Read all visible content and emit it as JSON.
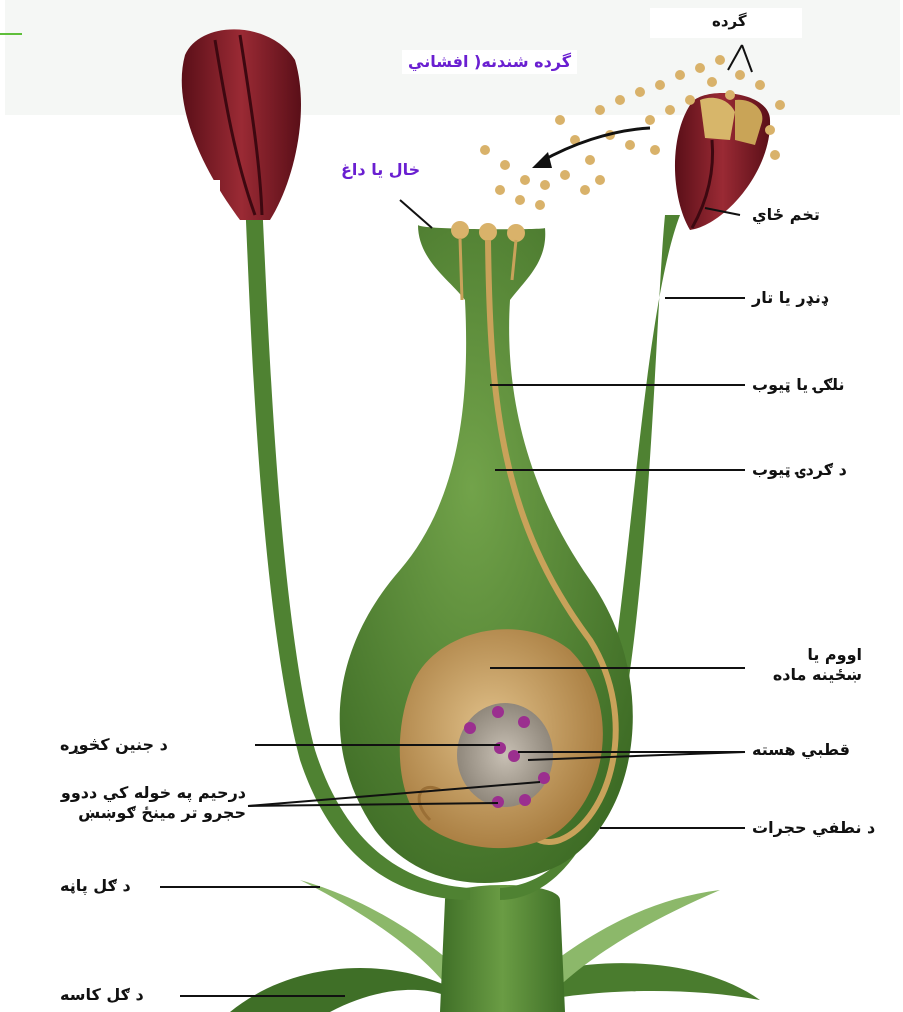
{
  "labels": {
    "pollen": "گرده",
    "pollination": "گرده شندنه( افشاني",
    "stigma": "خال يا داغ",
    "anther": "تخم ځاي",
    "filament": "ډنډر يا تار",
    "style": "نلګۍ يا ټيوب",
    "pollen_tube": "د ګردۍ ټيوب",
    "ovule_line1": "اووم يا",
    "ovule_line2": "ښځينه ماده",
    "polar_nuclei": "قطبي هسته",
    "sperm_nucleus": "د نطفي حجرات",
    "embryo_sac": "د جنين کڅوړه",
    "antipodal_line1": "درحيم په خوله کي ددوو",
    "antipodal_line2": "حجرو تر مينځ ګوښښ",
    "petal": "د ګل پاڼه",
    "sepal": "د ګل کاسه"
  },
  "colors": {
    "green": "#5a8a3a",
    "dark_green": "#3e6a25",
    "anther": "#7a1a24",
    "pollen": "#d9b26a",
    "ovule": "#b88a4a",
    "label_accent": "#6a1fd1"
  }
}
